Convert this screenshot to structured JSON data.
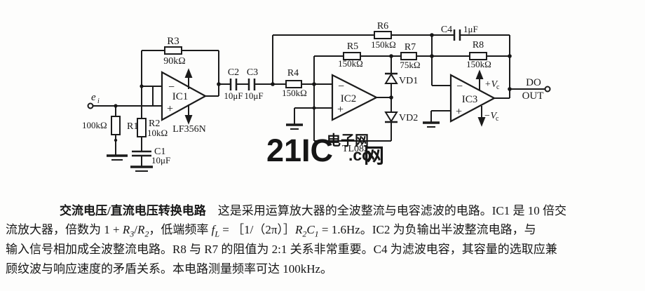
{
  "sym": {
    "minus": "−",
    "plus": "+"
  },
  "input": {
    "name": "e",
    "sub": "i"
  },
  "output": {
    "do": "DO",
    "out": "OUT"
  },
  "components": {
    "r1": {
      "name": "R1",
      "value": "100kΩ"
    },
    "r2": {
      "name": "R2",
      "value": "10kΩ"
    },
    "r3": {
      "name": "R3",
      "value": "90kΩ"
    },
    "r4": {
      "name": "R4",
      "value": "150kΩ"
    },
    "r5": {
      "name": "R5",
      "value": "150kΩ"
    },
    "r6": {
      "name": "R6",
      "value": "150kΩ"
    },
    "r7": {
      "name": "R7",
      "value": "75kΩ"
    },
    "r8": {
      "name": "R8",
      "value": "150kΩ"
    },
    "c1": {
      "name": "C1",
      "value": "10μF"
    },
    "c2": {
      "name": "C2",
      "value": "10μF"
    },
    "c3": {
      "name": "C3",
      "value": "10μF"
    },
    "c4": {
      "name": "C4",
      "value": "1μF"
    },
    "vd1": {
      "name": "VD1"
    },
    "vd2": {
      "name": "VD2"
    }
  },
  "ics": {
    "ic1": {
      "name": "IC1",
      "part": "LF356N"
    },
    "ic2": {
      "name": "IC2",
      "part": "TL082"
    },
    "ic3": {
      "name": "IC3",
      "vplus": "+V",
      "vminus": "−V",
      "vsub": "c"
    }
  },
  "watermark": {
    "brand": "21IC",
    "suffix": ".co",
    "cn": "电子网",
    "extra": "网"
  },
  "colors": {
    "wire": "#1b1b1b",
    "watermark_pink": "#e98585",
    "watermark_light": "#f3b0bd"
  },
  "caption": {
    "title": "交流电压/直流电压转换电路",
    "l1rest": "　这是采用运算放大器的全波整流与电容滤波的电路。IC1 是 10 倍交",
    "l2": {
      "p0": "流放大器，倍数为 1 + ",
      "p1": "R",
      "p2": "3",
      "p3": "/",
      "p4": "R",
      "p5": "2",
      "p6": "，低端频率 ",
      "p7": "f",
      "p8": "L",
      "p9": " = ［1/（2π）］",
      "p10": "R",
      "p11": "2",
      "p12": "C",
      "p13": "1",
      "p14": " = 1.6Hz。IC2 为负输出半波整流电路，与"
    },
    "l3": "输入信号相加成全波整流电路。R8 与 R7 的阻值为 2:1 关系非常重要。C4 为滤波电容，其容量的选取应兼",
    "l4": "顾纹波与响应速度的矛盾关系。本电路测量频率可达 100kHz。"
  }
}
